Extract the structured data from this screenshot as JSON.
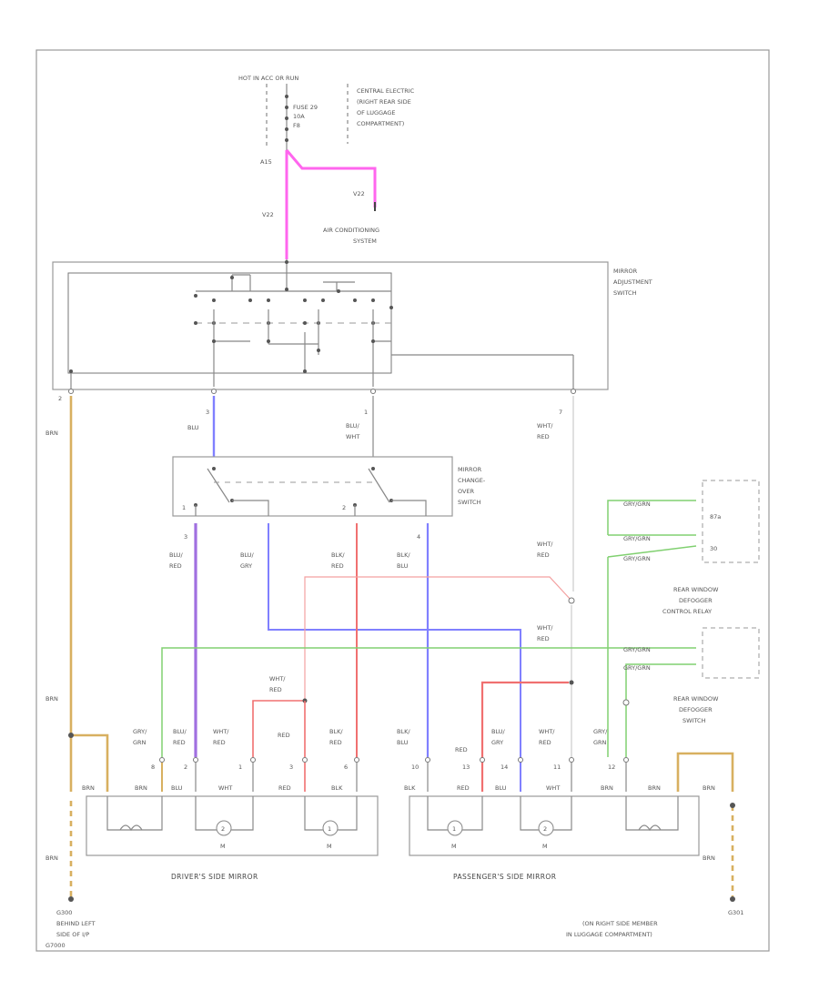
{
  "power": {
    "hot_label": "HOT IN ACC OR RUN",
    "fuse_label": "FUSE 29",
    "fuse_amp": "10A",
    "fuse_code": "F8",
    "location": [
      "CENTRAL ELECTRIC",
      "(RIGHT REAR SIDE",
      "OF LUGGAGE",
      "COMPARTMENT)"
    ]
  },
  "ac_system": {
    "pin_a": "A15",
    "pin_b": "V22",
    "pin_c": "V22",
    "label": [
      "AIR CONDITIONING",
      "SYSTEM"
    ]
  },
  "mirror_adjust_switch": {
    "label": [
      "MIRROR",
      "ADJUSTMENT",
      "SWITCH"
    ],
    "pins": [
      "2",
      "3",
      "1",
      "7"
    ]
  },
  "mirror_changeover_switch": {
    "label": [
      "MIRROR",
      "CHANGE-",
      "OVER",
      "SWITCH"
    ],
    "pins": [
      "1",
      "2",
      "3",
      "4"
    ]
  },
  "defogger_relay": {
    "label": [
      "REAR WINDOW",
      "DEFOGGER",
      "CONTROL RELAY"
    ],
    "pin_a": "87a",
    "pin_b": "30"
  },
  "defogger_switch": {
    "label": [
      "REAR WINDOW",
      "DEFOGGER",
      "SWITCH"
    ]
  },
  "wires": {
    "brn": "BRN",
    "blu": "BLU",
    "blu_wht": [
      "BLU/",
      "WHT"
    ],
    "wht_red": [
      "WHT/",
      "RED"
    ],
    "blu_red": [
      "BLU/",
      "RED"
    ],
    "blu_gry": [
      "BLU/",
      "GRY"
    ],
    "blk_red": [
      "BLK/",
      "RED"
    ],
    "blk_blu": [
      "BLK/",
      "BLU"
    ],
    "gry_grn": "GRY/GRN",
    "gry_grn2": [
      "GRY/",
      "GRN"
    ],
    "wht": "WHT",
    "red": "RED",
    "blk": "BLK"
  },
  "driver_mirror": {
    "label": "DRIVER'S SIDE MIRROR",
    "pins": [
      "8",
      "2",
      "1",
      "3",
      "6"
    ],
    "motor": "M"
  },
  "passenger_mirror": {
    "label": "PASSENGER'S SIDE MIRROR",
    "pins": [
      "10",
      "13",
      "14",
      "11",
      "12"
    ],
    "motor": "M"
  },
  "ground_left": {
    "id": "G300",
    "label": [
      "BEHIND LEFT",
      "SIDE OF I/P"
    ]
  },
  "ground_right": {
    "id": "G301",
    "label": [
      "(ON RIGHT SIDE MEMBER",
      "IN LUGGAGE COMPARTMENT)"
    ]
  },
  "figure_code": "G7000",
  "colors": {
    "pink": "#ff66ee",
    "blue": "#8080ff",
    "purple": "#a070e0",
    "red": "#f07070",
    "green": "#80d070",
    "tan": "#d8b060",
    "gray": "#888888"
  }
}
